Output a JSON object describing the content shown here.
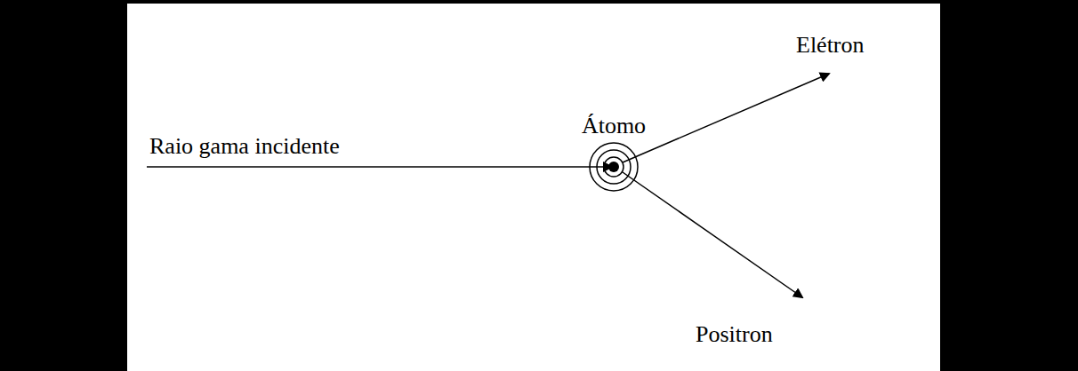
{
  "diagram": {
    "labels": [
      "Raio gama incidente",
      "Átomo",
      "Elétron",
      "Positron"
    ]
  }
}
